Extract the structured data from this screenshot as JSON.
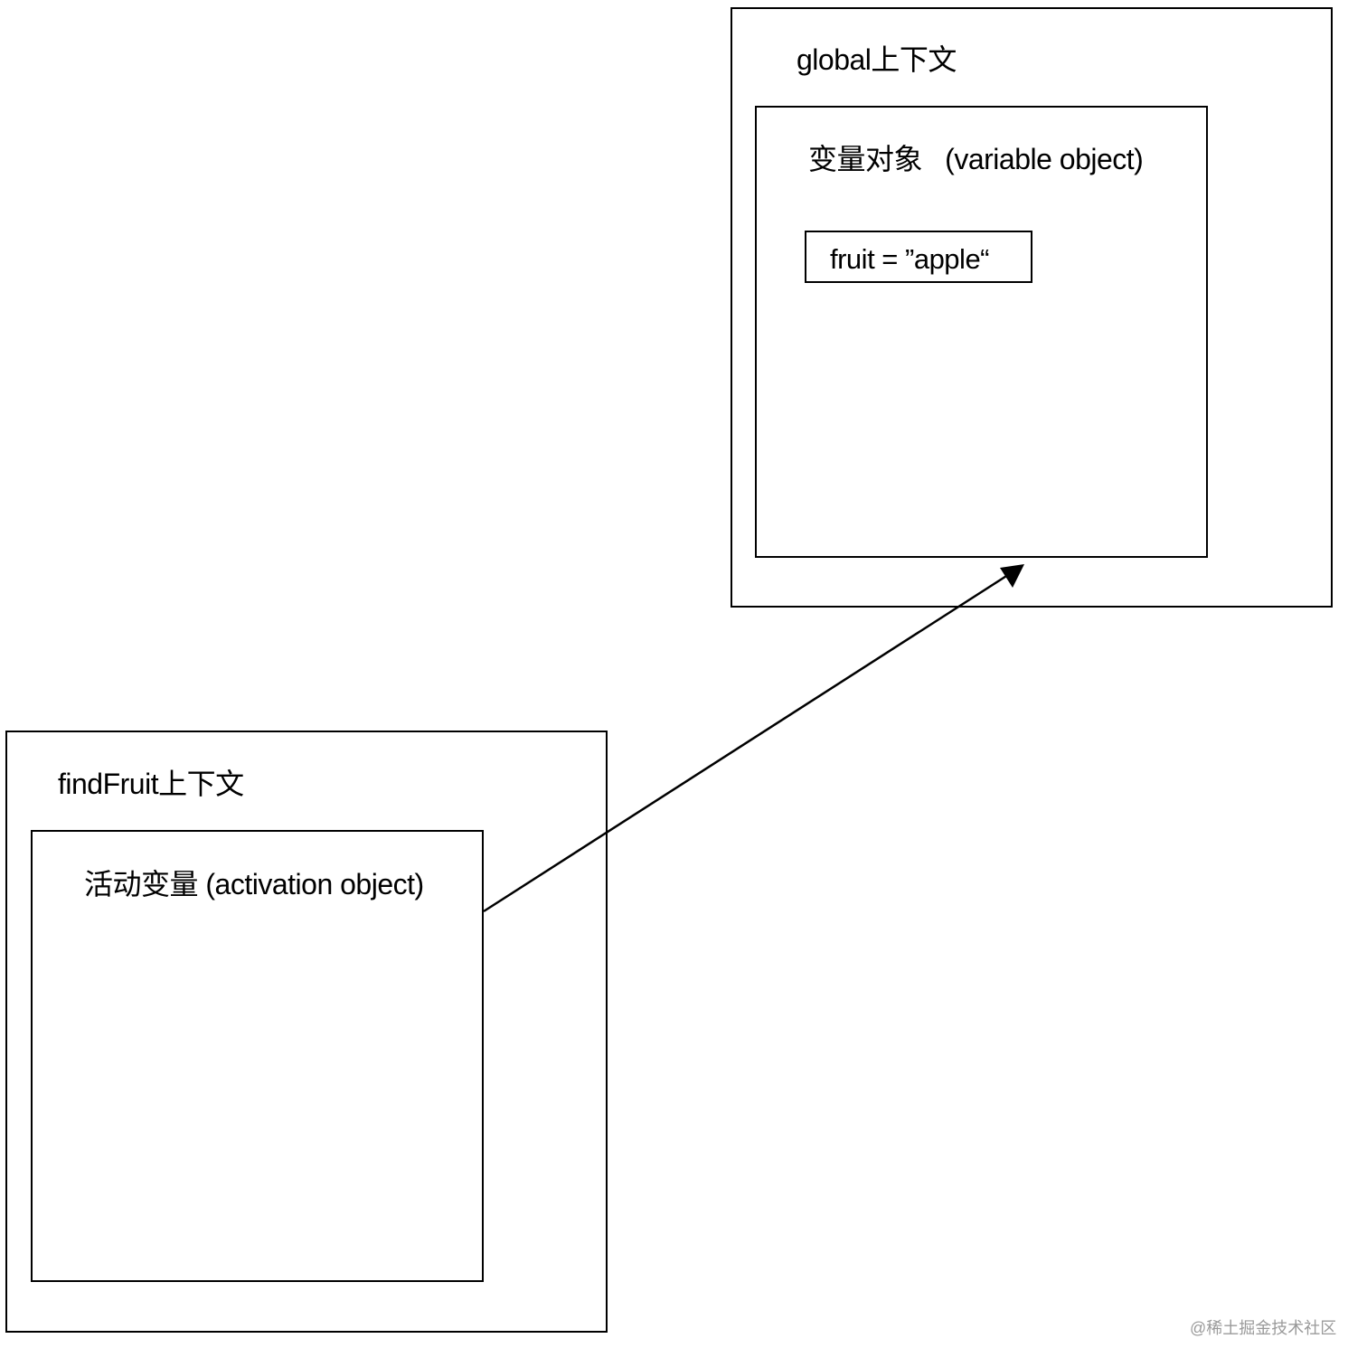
{
  "global_context": {
    "title": "global上下文",
    "variable_object": {
      "title": "变量对象   (variable object)",
      "entries": [
        {
          "text": "fruit = ”apple“"
        }
      ]
    }
  },
  "findfruit_context": {
    "title": "findFruit上下文",
    "activation_object": {
      "title": "活动变量 (activation object)"
    }
  },
  "arrow": {
    "from": "activation-object",
    "to": "variable-object",
    "color": "#000000"
  },
  "watermark": "@稀土掘金技术社区"
}
